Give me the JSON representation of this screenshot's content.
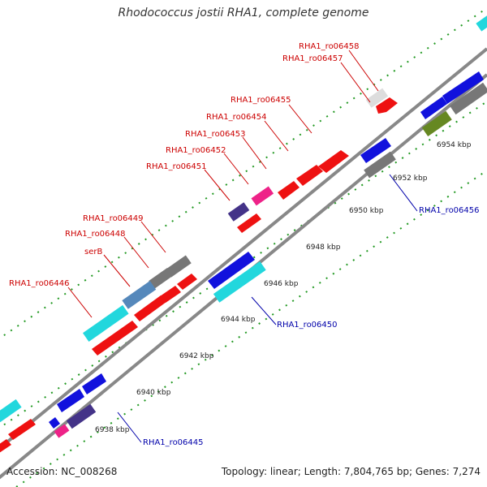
{
  "title": "Rhodococcus jostii RHA1, complete genome",
  "accession_label": "Accession: NC_008268",
  "summary_label": "Topology: linear; Length: 7,804,765 bp; Genes: 7,274",
  "colors": {
    "red": "#ee1111",
    "blue": "#1111dd",
    "cyan": "#22d7dd",
    "gray": "#777777",
    "steel": "#5588bb",
    "navy": "#443388",
    "olive": "#668822",
    "pink": "#ee2288",
    "light": "#cccccc",
    "backbone": "#888888",
    "ticks": "#227722",
    "label_red": "#cc0000",
    "label_blue": "#0000aa"
  },
  "ticks": [
    "6938 kbp",
    "6940 kbp",
    "6942 kbp",
    "6944 kbp",
    "6946 kbp",
    "6948 kbp",
    "6950 kbp",
    "6952 kbp",
    "6954 kbp"
  ],
  "gene_labels_forward": [
    "RHA1_ro06458",
    "RHA1_ro06457",
    "RHA1_ro06455",
    "RHA1_ro06454",
    "RHA1_ro06453",
    "RHA1_ro06452",
    "RHA1_ro06451",
    "RHA1_ro06449",
    "RHA1_ro06448",
    "serB",
    "RHA1_ro06446"
  ],
  "gene_labels_reverse": [
    "RHA1_ro06456",
    "RHA1_ro06450",
    "RHA1_ro06445"
  ]
}
